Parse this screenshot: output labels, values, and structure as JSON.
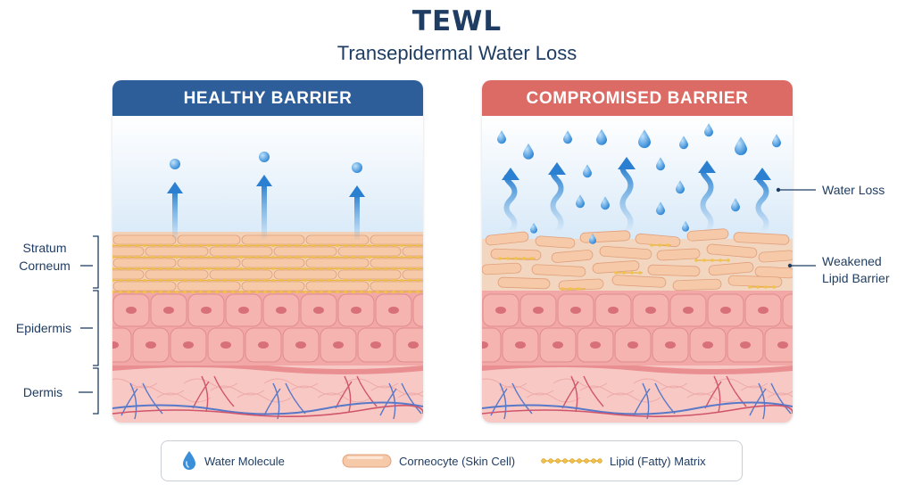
{
  "header": {
    "title": "TEWL",
    "subtitle": "Transepidermal Water Loss"
  },
  "panels": [
    {
      "title": "HEALTHY BARRIER",
      "color": "#2d5e9a"
    },
    {
      "title": "COMPROMISED BARRIER",
      "color": "#dc6b65"
    }
  ],
  "layer_labels": [
    {
      "text": "Stratum\nCorneum"
    },
    {
      "text": "Epidermis"
    },
    {
      "text": "Dermis"
    }
  ],
  "callouts": [
    {
      "text": "Water Loss"
    },
    {
      "text": "Weakened\nLipid Barrier"
    }
  ],
  "legend": [
    {
      "icon": "water-drop-icon",
      "text": "Water Molecule"
    },
    {
      "icon": "corneocyte-icon",
      "text": "Corneocyte (Skin Cell)"
    },
    {
      "icon": "lipid-chain-icon",
      "text": "Lipid (Fatty) Matrix"
    }
  ],
  "colors": {
    "title": "#1f3d63",
    "healthy": "#2d5e9a",
    "compromised": "#dc6b65",
    "water": "#3a8fd8",
    "corneocyte": "#f6c9a8",
    "lipid": "#e9b53c",
    "epidermis": "#f2a8a6",
    "dermis": "#f7c8c4"
  }
}
